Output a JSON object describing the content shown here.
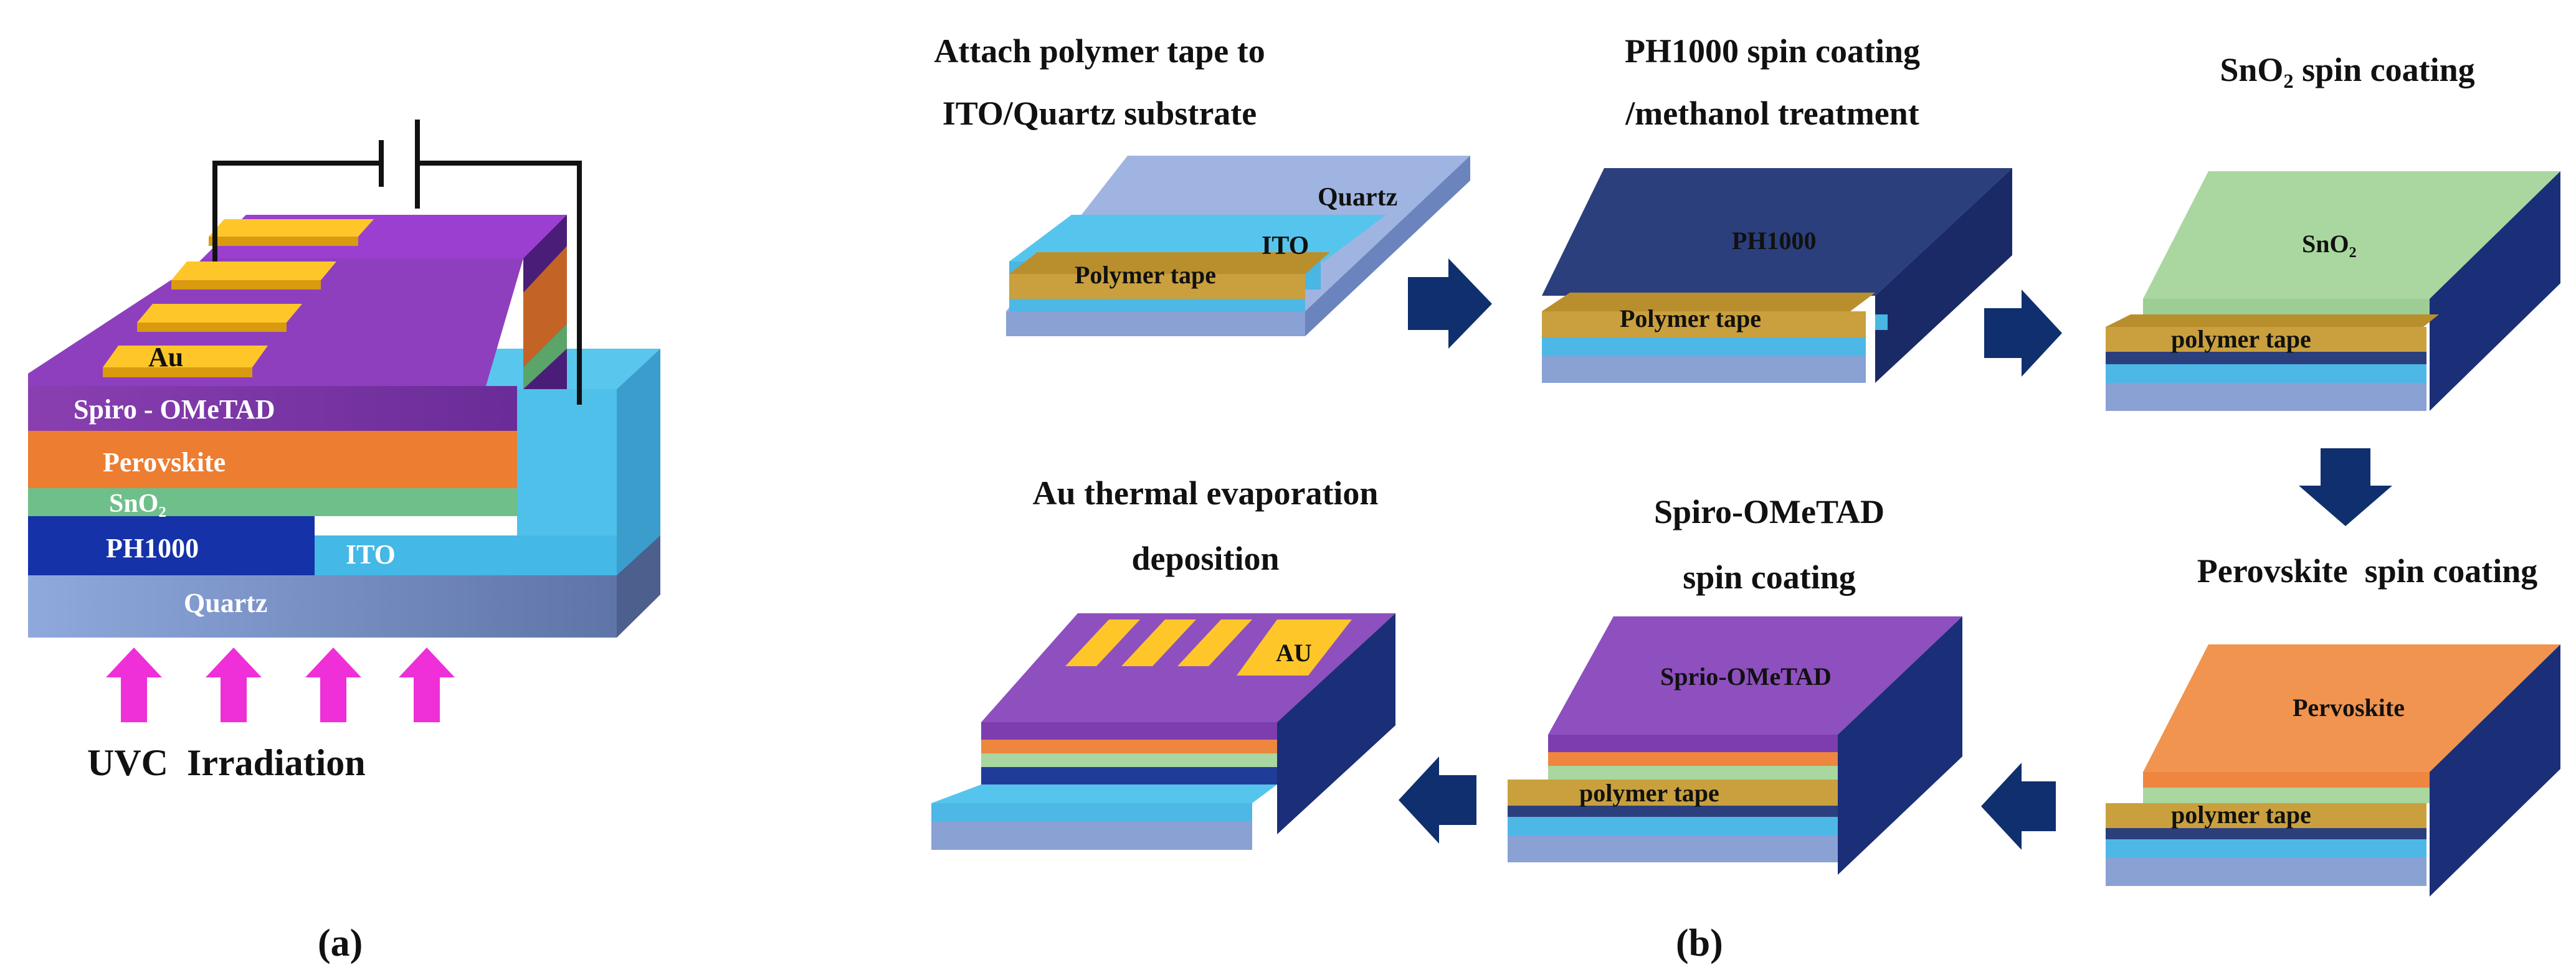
{
  "colors": {
    "quartz": "#7f98cf",
    "ito": "#4fbfe8",
    "ph1000": "#1f3d98",
    "sno2": "#9fd09a",
    "perovskite": "#ef8a45",
    "spiro": "#8b52b3",
    "tape": "#c39a3a",
    "au": "#ffc62a",
    "arrow": "#0f2f6e",
    "uv_arrow": "#ef2fd8"
  },
  "panel_a": {
    "layers": {
      "au": "Au",
      "spiro": "Spiro - OMeTAD",
      "perovskite": "Perovskite",
      "sno2": "SnO₂",
      "ph1000": "PH1000",
      "ito": "ITO",
      "quartz": "Quartz"
    },
    "irradiation": "UVC  Irradiation",
    "caption": "(a)"
  },
  "panel_b": {
    "caption": "(b)",
    "steps": [
      {
        "title_line1": "Attach polymer tape to",
        "title_line2": "ITO/Quartz substrate",
        "labels": {
          "quartz": "Quartz",
          "ito": "ITO",
          "tape": "Polymer tape"
        }
      },
      {
        "title_line1": "PH1000 spin coating",
        "title_line2": "/methanol treatment",
        "labels": {
          "top": "PH1000",
          "tape": "Polymer tape"
        }
      },
      {
        "title_line1": "SnO₂ spin coating",
        "title_line2": "",
        "labels": {
          "top": "SnO₂",
          "tape": "polymer tape"
        }
      },
      {
        "title_line1": "Perovskite  spin coating",
        "title_line2": "",
        "labels": {
          "top": "Pervoskite",
          "tape": "polymer tape"
        }
      },
      {
        "title_line1": "Spiro-OMeTAD",
        "title_line2": "spin coating",
        "labels": {
          "top": "Sprio-OMeTAD",
          "tape": "polymer tape"
        }
      },
      {
        "title_line1": "Au thermal evaporation",
        "title_line2": "deposition",
        "labels": {
          "au": "AU"
        }
      }
    ]
  }
}
